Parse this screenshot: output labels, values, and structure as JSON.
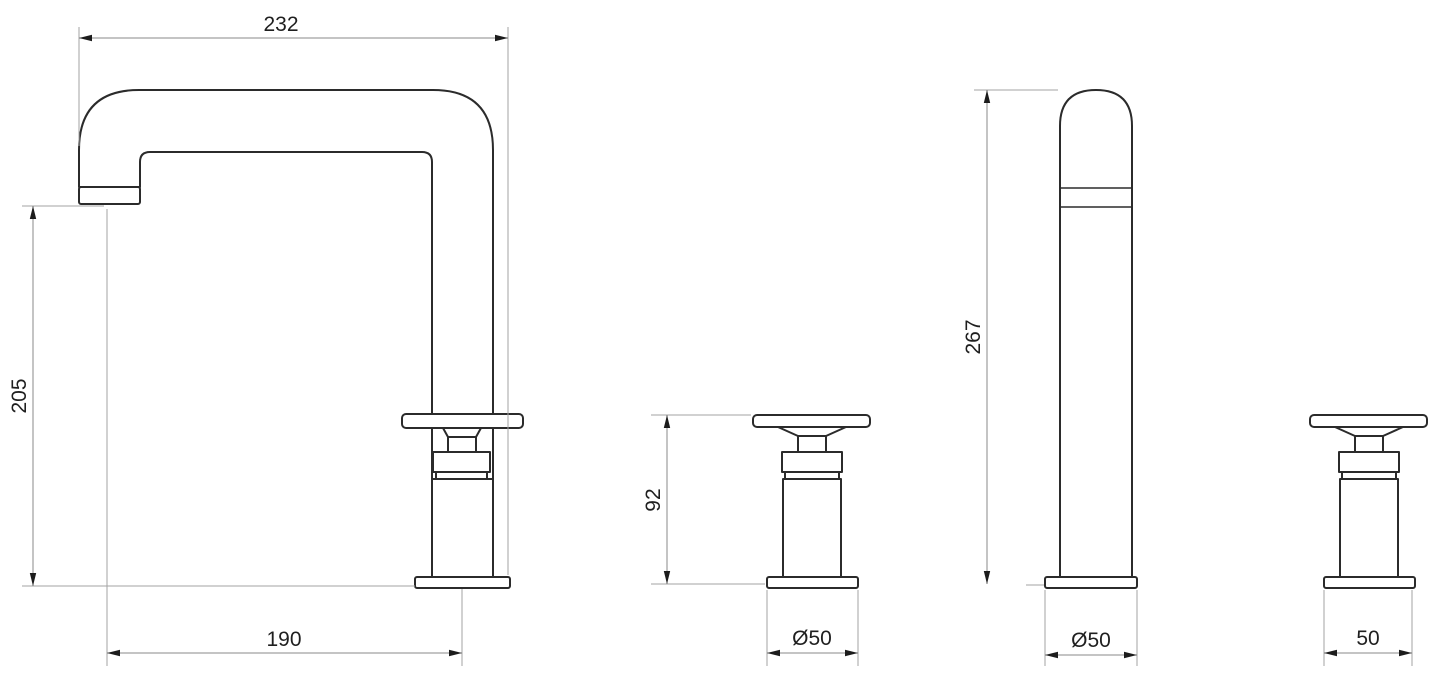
{
  "document": {
    "type": "technical-drawing",
    "subject": "3-hole basin mixer tap with cross handles, dimensioned orthographic views",
    "background": "#ffffff"
  },
  "colors": {
    "outline": "#2b2b2b",
    "extension_line": "#a3a3a3",
    "dimension_line": "#8a8a8a",
    "arrow": "#1c1c1c",
    "label": "#1f1f1f"
  },
  "views": {
    "spout_side": {
      "title": "spout side view",
      "dims": {
        "width": "232",
        "height": "205",
        "reach": "190"
      }
    },
    "handle_side": {
      "title": "handle elevation (middle)",
      "dims": {
        "height": "92",
        "base": "Ø50"
      }
    },
    "spout_front": {
      "title": "spout front elevation",
      "dims": {
        "height": "267",
        "base": "Ø50"
      }
    },
    "handle_front": {
      "title": "handle elevation (right)",
      "dims": {
        "base": "50"
      }
    }
  }
}
